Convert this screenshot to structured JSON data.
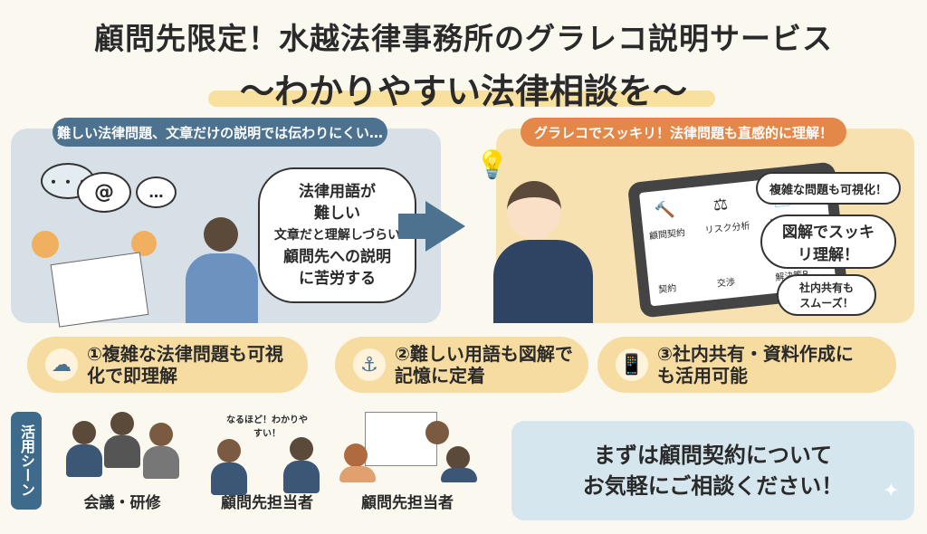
{
  "title": {
    "line1": "顧問先限定！水越法律事務所のグラレコ説明サービス",
    "line2": "〜わかりやすい法律相談を〜"
  },
  "problem": {
    "header": "難しい法律問題、文章だけの説明では伝わりにくい…",
    "bubbles": [
      "法律用語が難しい",
      "文章だと理解しづらい",
      "顧問先への説明に苦労する"
    ],
    "dots": "・・・"
  },
  "solution": {
    "header": "グラレコでスッキリ！法律問題も直感的に理解！",
    "tablet_items": [
      "顧問契約",
      "リスク分析",
      "解決策",
      "契約",
      "交渉",
      "解決策B"
    ],
    "bubbles": [
      "複雑な問題も可視化！",
      "図解でスッキリ理解！",
      "社内共有もスムーズ！"
    ]
  },
  "features": [
    {
      "icon": "brain-icon",
      "text": "①複雑な法律問題も可視化で即理解"
    },
    {
      "icon": "anchor-icon",
      "text": "②難しい用語も図解で記憶に定着"
    },
    {
      "icon": "smartphone-share-icon",
      "text": "③社内共有・資料作成にも活用可能"
    }
  ],
  "scenes": {
    "label": "活用シーン",
    "items": [
      {
        "caption": "会議・研修"
      },
      {
        "caption": "顧問先担当者",
        "speech": "なるほど！わかりやすい！"
      },
      {
        "caption": "顧問先担当者"
      }
    ]
  },
  "cta": {
    "line1": "まずは顧問契約について",
    "line2": "お気軽にご相談ください！"
  }
}
